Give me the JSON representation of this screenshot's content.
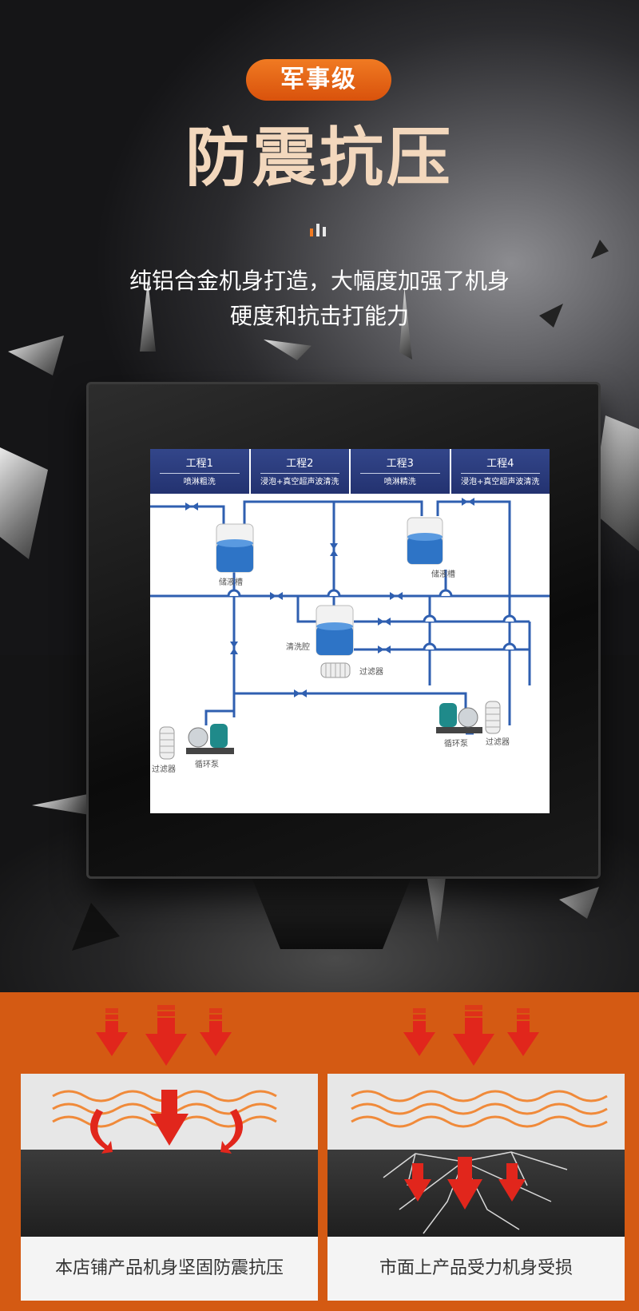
{
  "hero": {
    "badge": "军事级",
    "title": "防震抗压",
    "subtitle_line1": "纯铝合金机身打造，大幅度加强了机身",
    "subtitle_line2": "硬度和抗击打能力"
  },
  "screen": {
    "tabs": [
      {
        "name": "工程1",
        "desc": "喷淋粗洗"
      },
      {
        "name": "工程2",
        "desc": "浸泡+真空超声波清洗"
      },
      {
        "name": "工程3",
        "desc": "喷淋精洗"
      },
      {
        "name": "工程4",
        "desc": "浸泡+真空超声波清洗"
      }
    ],
    "labels": {
      "tank_left": "储液槽",
      "tank_right": "储液槽",
      "wash_tank": "清洗腔",
      "filter_mid": "过滤器",
      "filter_left": "过滤器",
      "pump_left": "循环泵",
      "pump_right": "循环泵",
      "filter_right": "过滤器"
    }
  },
  "comparison": {
    "left_caption": "本店铺产品机身坚固防震抗压",
    "right_caption": "市面上产品受力机身受损"
  },
  "colors": {
    "accent": "#e8661a",
    "title": "#f3d8bd",
    "pipe": "#2f5fb0",
    "arrow": "#e1261c",
    "bottom_bg": "#d45a13"
  }
}
